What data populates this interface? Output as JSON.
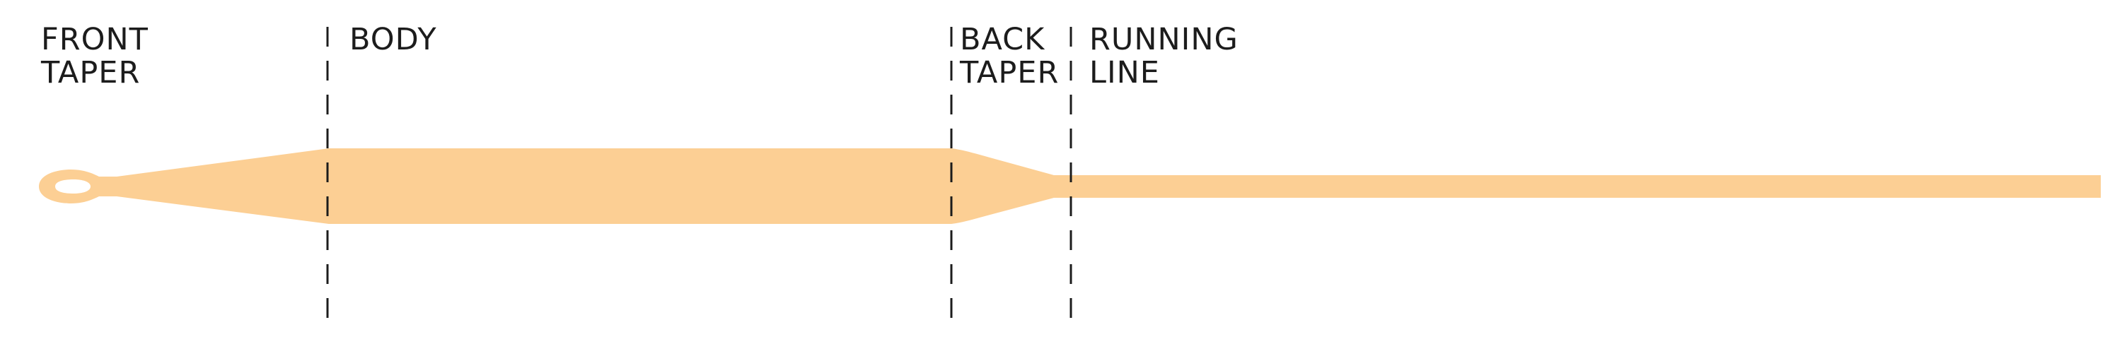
{
  "diagram": {
    "line_color": "#fccf94",
    "divider_color": "#1c1c1c",
    "sections": [
      {
        "id": "front-taper",
        "lines": [
          "FRONT",
          "TAPER"
        ]
      },
      {
        "id": "body",
        "lines": [
          "BODY"
        ]
      },
      {
        "id": "back-taper",
        "lines": [
          "BACK",
          "TAPER"
        ]
      },
      {
        "id": "running-line",
        "lines": [
          "RUNNING",
          "LINE"
        ]
      }
    ]
  }
}
